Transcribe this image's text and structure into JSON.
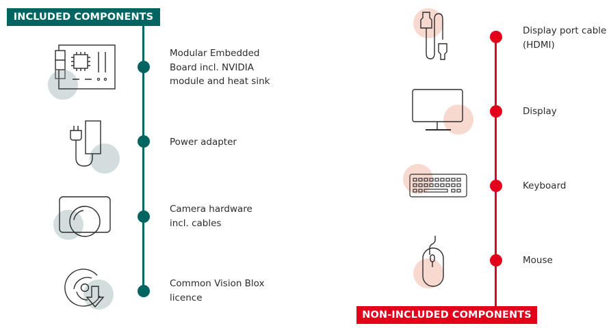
{
  "included": {
    "title": "INCLUDED COMPONENTS",
    "accent_color": "#006560",
    "halo_color": "#d3dddd",
    "items": [
      {
        "label": "Modular Embedded\nBoard incl. NVIDIA\nmodule and heat sink",
        "icon": "circuit-board-icon"
      },
      {
        "label": "Power adapter",
        "icon": "power-adapter-icon"
      },
      {
        "label": "Camera hardware\nincl. cables",
        "icon": "camera-icon"
      },
      {
        "label": "Common Vision Blox\nlicence",
        "icon": "software-download-icon"
      }
    ]
  },
  "non_included": {
    "title": "NON-INCLUDED COMPONENTS",
    "accent_color": "#e2001a",
    "halo_color": "#f8d9cf",
    "items": [
      {
        "label": "Display port cable\n(HDMI)",
        "icon": "hdmi-cable-icon"
      },
      {
        "label": "Display",
        "icon": "monitor-icon"
      },
      {
        "label": "Keyboard",
        "icon": "keyboard-icon"
      },
      {
        "label": "Mouse",
        "icon": "mouse-icon"
      }
    ]
  }
}
